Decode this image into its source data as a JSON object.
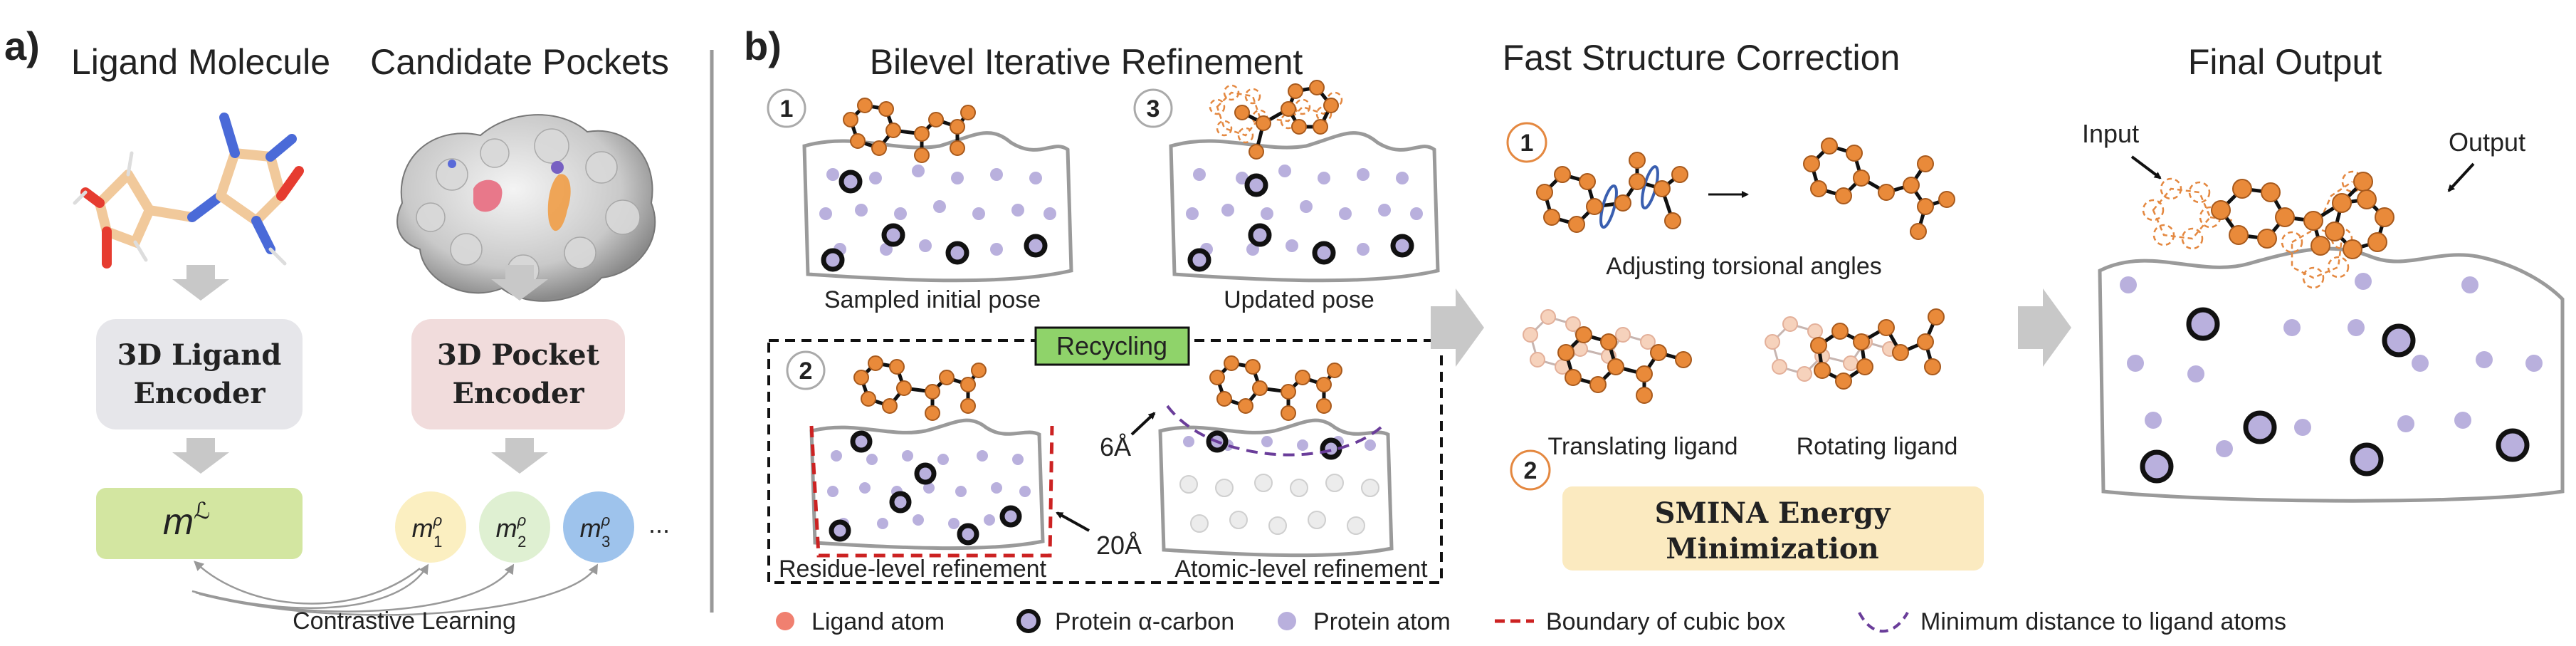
{
  "panel_a": {
    "label": "a)",
    "col1_title": "Ligand Molecule",
    "col2_title": "Candidate Pockets",
    "ligand_encoder": [
      "3D Ligand",
      "Encoder"
    ],
    "pocket_encoder": [
      "3D Pocket",
      "Encoder"
    ],
    "ligand_embedding": "m^L",
    "pocket_embeddings": [
      "m1ρ",
      "m2ρ",
      "m3ρ"
    ],
    "ellipsis": "...",
    "contrastive_label": "Contrastive Learning"
  },
  "panel_b": {
    "label": "b)",
    "bilevel_title": "Bilevel Iterative Refinement",
    "step1_num": "1",
    "step1_caption": "Sampled initial pose",
    "step3_num": "3",
    "step3_caption": "Updated pose",
    "step2_num": "2",
    "recycling_label": "Recycling",
    "dist_6": "6Å",
    "dist_20": "20Å",
    "residue_caption": "Residue-level refinement",
    "atomic_caption": "Atomic-level refinement",
    "fast_title": "Fast Structure Correction",
    "fsc_num1": "1",
    "torsion_caption": "Adjusting torsional angles",
    "translate_caption": "Translating ligand",
    "rotate_caption": "Rotating ligand",
    "fsc_num2": "2",
    "smina_lines": [
      "SMINA Energy",
      "Minimization"
    ],
    "final_title": "Final Output",
    "input_label": "Input",
    "output_label": "Output"
  },
  "legend": {
    "ligand_atom": "Ligand atom",
    "protein_carbon": "Protein α-carbon",
    "protein_atom": "Protein atom",
    "boundary": "Boundary of cubic box",
    "min_distance": "Minimum distance to ligand atoms"
  },
  "colors": {
    "ligand_atom": "#e98a3a",
    "protein_atom": "#b9b0dd",
    "ligand_encoder_bg": "#e6e6ea",
    "pocket_encoder_bg": "#f1dcdc",
    "ligand_embed_bg": "#d3e6a1",
    "recycling_bg": "#8fd36a",
    "smina_bg": "#fbeac0",
    "boundary": "#cc2222",
    "min_distance": "#6a3d9a"
  },
  "icons": [
    "ligand-molecule-3d-icon",
    "protein-pocket-surface-icon",
    "right-arrow-icon",
    "down-arrow-icon"
  ]
}
